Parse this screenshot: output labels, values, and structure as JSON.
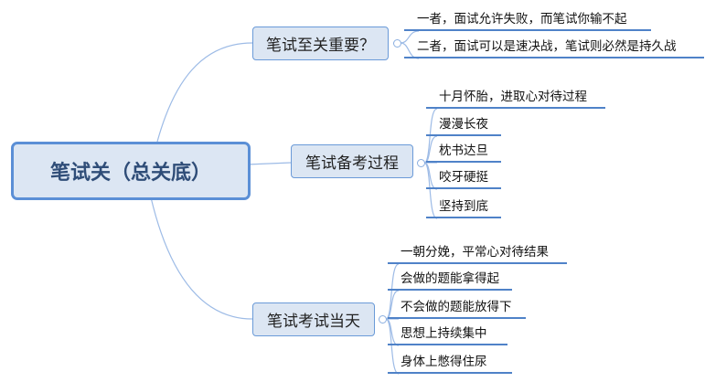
{
  "root": {
    "label": "笔试关（总关底）"
  },
  "branches": [
    {
      "label": "笔试至关重要？",
      "children": [
        "一者，面试允许失败，而笔试你输不起",
        "二者，面试可以是速决战，笔试则必然是持久战"
      ]
    },
    {
      "label": "笔试备考过程",
      "children": [
        "十月怀胎，进取心对待过程",
        "漫漫长夜",
        "枕书达旦",
        "咬牙硬挺",
        "坚持到底"
      ]
    },
    {
      "label": "笔试考试当天",
      "children": [
        "一朝分娩，平常心对待结果",
        "会做的题能拿得起",
        "不会做的题能放得下",
        "思想上持续集中",
        "身体上憋得住尿"
      ]
    }
  ],
  "colors": {
    "line": "#8fb0e0",
    "accent": "#4f82c8",
    "node_fill": "#dce6f3"
  }
}
